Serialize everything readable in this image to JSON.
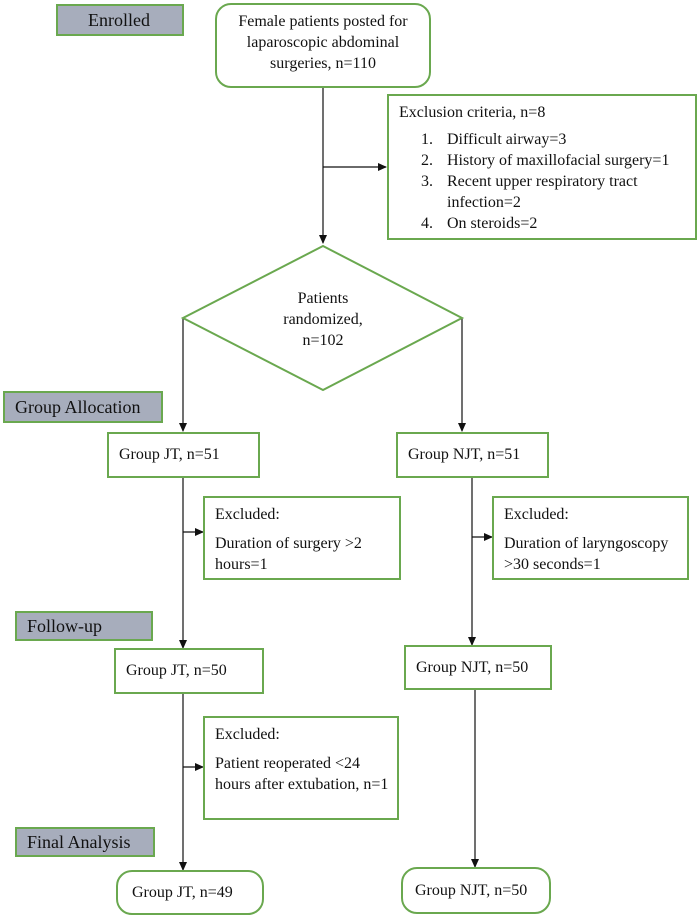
{
  "stages": {
    "enrolled": "Enrolled",
    "allocation": "Group Allocation",
    "followup": "Follow-up",
    "analysis": "Final Analysis"
  },
  "enrollment": {
    "line1": "Female patients posted for",
    "line2": "laparoscopic abdominal",
    "line3": "surgeries, n=110"
  },
  "exclusion": {
    "title": "Exclusion criteria, n=8",
    "items": [
      {
        "num": "1.",
        "text": "Difficult airway=3"
      },
      {
        "num": "2.",
        "text": "History of maxillofacial surgery=1"
      },
      {
        "num": "3.",
        "text": "Recent upper respiratory tract infection=2"
      },
      {
        "num": "4.",
        "text": "On steroids=2"
      }
    ]
  },
  "randomized": {
    "line1": "Patients",
    "line2": "randomized,",
    "line3": "n=102"
  },
  "groups": {
    "jt_alloc": "Group JT, n=51",
    "njt_alloc": "Group NJT, n=51",
    "jt_follow": "Group JT, n=50",
    "njt_follow": "Group NJT, n=50",
    "jt_final": "Group JT, n=49",
    "njt_final": "Group NJT, n=50"
  },
  "excluded_jt_1": {
    "title": "Excluded:",
    "text": "Duration of surgery >2 hours=1"
  },
  "excluded_njt_1": {
    "title": "Excluded:",
    "text": "Duration of laryngoscopy >30 seconds=1"
  },
  "excluded_jt_2": {
    "title": "Excluded:",
    "text": "Patient reoperated <24 hours after extubation, n=1"
  },
  "colors": {
    "box_border": "#6aa84f",
    "stage_fill": "#a7adbc",
    "arrow": "#111111"
  }
}
